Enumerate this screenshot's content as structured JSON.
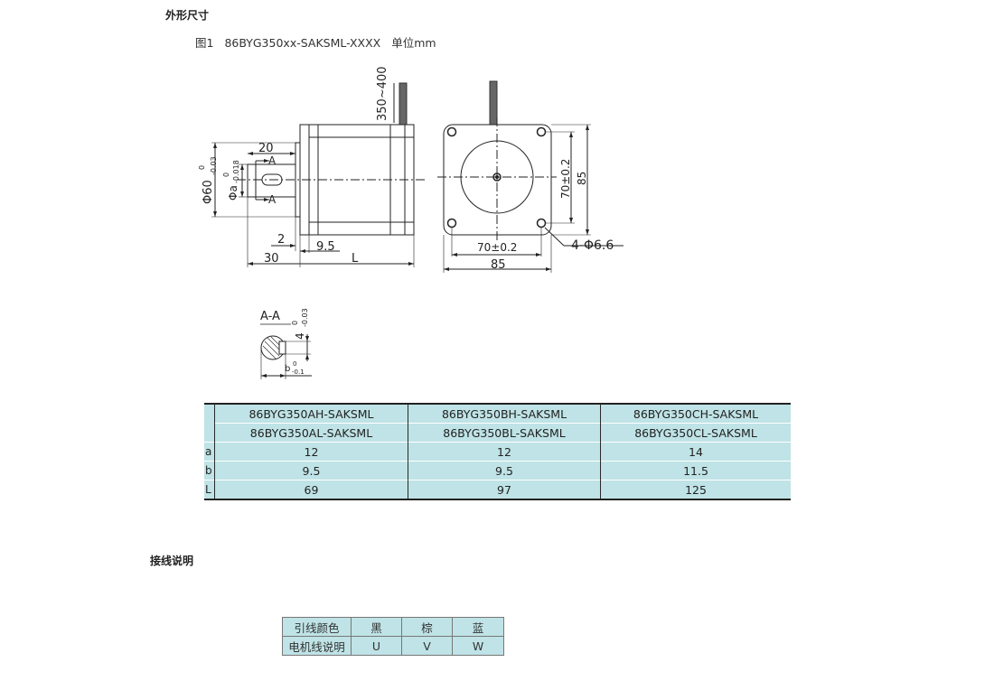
{
  "section1_title": "外形尺寸",
  "figure": {
    "label": "图1",
    "model": "86BYG350xx-SAKSML-XXXX",
    "unit": "单位mm"
  },
  "drawing": {
    "side": {
      "lead_length": "350~400",
      "dim_20": "20",
      "section_mark_a": "A",
      "dia_60": "Φ60",
      "dia_60_tol_upper": "0",
      "dia_60_tol_lower": "-0.03",
      "dia_a": "Φa",
      "dia_a_tol_upper": "0",
      "dia_a_tol_lower": "-0.018",
      "dim_2": "2",
      "dim_9_5": "9.5",
      "dim_30": "30",
      "dim_L": "L"
    },
    "front": {
      "dim_70_vertical": "70±0.2",
      "dim_85_vertical": "85",
      "dim_70_horizontal": "70±0.2",
      "dim_85_horizontal": "85",
      "hole": "4-Φ6.6"
    },
    "section": {
      "title": "A-A",
      "dim_4": "4",
      "dim_4_tol_upper": "0",
      "dim_4_tol_lower": "-0.03",
      "dim_b": "b",
      "dim_b_tol_upper": "0",
      "dim_b_tol_lower": "-0.1"
    }
  },
  "spec_table": {
    "header_row1": [
      "86BYG350AH-SAKSML",
      "86BYG350BH-SAKSML",
      "86BYG350CH-SAKSML"
    ],
    "header_row2": [
      "86BYG350AL-SAKSML",
      "86BYG350BL-SAKSML",
      "86BYG350CL-SAKSML"
    ],
    "rows": [
      {
        "label": "a",
        "values": [
          "12",
          "12",
          "14"
        ]
      },
      {
        "label": "b",
        "values": [
          "9.5",
          "9.5",
          "11.5"
        ]
      },
      {
        "label": "L",
        "values": [
          "69",
          "97",
          "125"
        ]
      }
    ]
  },
  "section2_title": "接线说明",
  "wiring_table": {
    "row1": [
      "引线颜色",
      "黑",
      "棕",
      "蓝"
    ],
    "row2": [
      "电机线说明",
      "U",
      "V",
      "W"
    ]
  },
  "colors": {
    "table_fill": "#bfe3e6",
    "line": "#222222"
  }
}
